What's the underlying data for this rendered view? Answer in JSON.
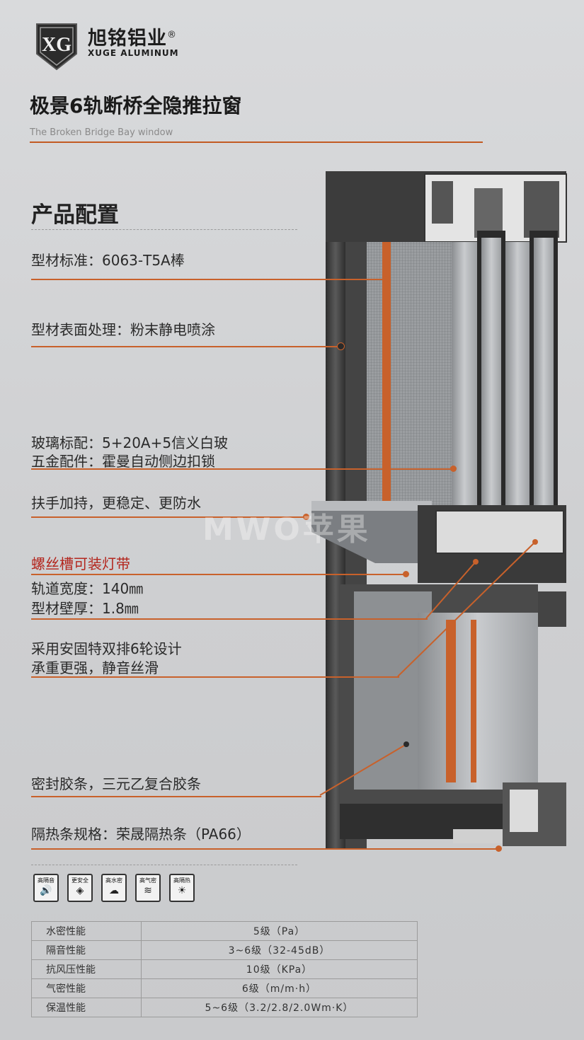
{
  "brand": {
    "logo_letters": "XG",
    "name_cn": "旭铭铝业",
    "registered_mark": "®",
    "name_en": "XUGE ALUMINUM"
  },
  "product": {
    "title": "极景6轨断桥全隐推拉窗",
    "subtitle": "The Broken Bridge Bay window"
  },
  "section": {
    "title": "产品配置"
  },
  "features": [
    "型材标准：6063-T5A棒",
    "型材表面处理：粉末静电喷涂",
    "玻璃标配：5+20A+5信义白玻",
    "五金配件：霍曼自动侧边扣锁",
    "扶手加持，更稳定、更防水",
    "螺丝槽可装灯带",
    "轨道宽度：140㎜",
    "型材壁厚：1.8㎜",
    "采用安固特双排6轮设计",
    "承重更强，静音丝滑",
    "密封胶条，三元乙复合胶条",
    "隔热条规格：荣晟隔热条（PA66）"
  ],
  "icons": [
    {
      "label": "高隔音",
      "icon": "speaker-icon"
    },
    {
      "label": "更安全",
      "icon": "shield-icon"
    },
    {
      "label": "高水密",
      "icon": "rain-cloud-icon"
    },
    {
      "label": "高气密",
      "icon": "wind-waves-icon"
    },
    {
      "label": "高隔热",
      "icon": "sun-icon"
    }
  ],
  "specs": [
    {
      "name": "水密性能",
      "value": "5级（Pa）"
    },
    {
      "name": "隔音性能",
      "value": "3~6级（32-45dB）"
    },
    {
      "name": "抗风压性能",
      "value": "10级（KPa）"
    },
    {
      "name": "气密性能",
      "value": "6级（m/m·h）"
    },
    {
      "name": "保温性能",
      "value": "5~6级（3.2/2.8/2.0Wm·K）"
    }
  ],
  "watermark": "MWO苹果",
  "colors": {
    "accent": "#c8612b",
    "highlight_text": "#b3261e",
    "frame": "#3a3a3a"
  }
}
